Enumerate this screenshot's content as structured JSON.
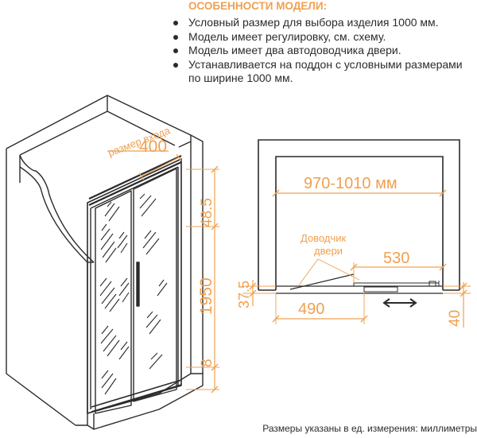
{
  "features": {
    "title": "ОСОБЕННОСТИ МОДЕЛИ:",
    "items": [
      "Условный размер для выбора изделия 1000 мм.",
      "Модель имеет регулировку, см. схему.",
      "Модель имеет два автодоводчика двери.",
      "Устанавливается на поддон с условными размерами по ширине 1000 мм."
    ]
  },
  "left_view": {
    "entrance_label": "размер входа",
    "entrance_width": "400",
    "dim_top": "48.5",
    "dim_height": "1950",
    "dim_bottom": "8"
  },
  "plan_view": {
    "width_range": "970-1010 мм",
    "closer_label_line1": "Доводчик",
    "closer_label_line2": "двери",
    "dim_530": "530",
    "dim_490": "490",
    "dim_37_5": "37.5",
    "dim_40": "40"
  },
  "footer": "Размеры указаны в ед. измерения: миллиметры",
  "colors": {
    "accent": "#f0a050",
    "line": "#2b2b2b"
  }
}
